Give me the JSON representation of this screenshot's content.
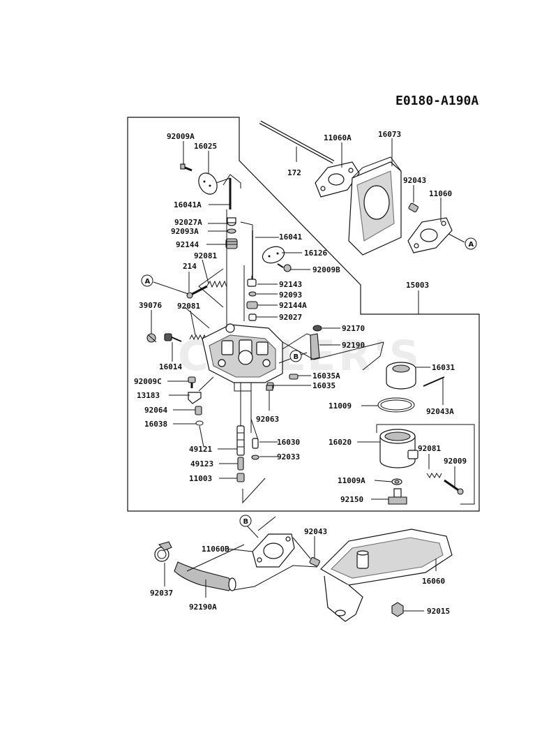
{
  "diagram": {
    "code": "E0180-A190A",
    "watermark": "CULLER'S",
    "callouts": {
      "a": "A",
      "b": "B"
    },
    "labels": {
      "p92009A": "92009A",
      "p16025": "16025",
      "p16041A": "16041A",
      "p172": "172",
      "p11060A": "11060A",
      "p16073": "16073",
      "p92043_top": "92043",
      "p11060": "11060",
      "p92027A": "92027A",
      "p92093A": "92093A",
      "p16041": "16041",
      "p92144": "92144",
      "p16126": "16126",
      "p214": "214",
      "p92081_a": "92081",
      "p92009B": "92009B",
      "p92143": "92143",
      "p15003": "15003",
      "p92093": "92093",
      "p39076": "39076",
      "p92081_b": "92081",
      "p92144A": "92144A",
      "p92027": "92027",
      "p92170": "92170",
      "p92190": "92190",
      "p16014": "16014",
      "p16031": "16031",
      "p92009C": "92009C",
      "p16035A": "16035A",
      "p16035": "16035",
      "p13183": "13183",
      "p11009": "11009",
      "p92064": "92064",
      "p92043A": "92043A",
      "p16038": "16038",
      "p92063": "92063",
      "p16020": "16020",
      "p92081_c": "92081",
      "p92009": "92009",
      "p49121": "49121",
      "p16030": "16030",
      "p49123": "49123",
      "p92033": "92033",
      "p11003": "11003",
      "p11009A": "11009A",
      "p92150": "92150",
      "p92043_bot": "92043",
      "p11060B": "11060B",
      "p16060": "16060",
      "p92037": "92037",
      "p92190A": "92190A",
      "p92015": "92015"
    }
  }
}
